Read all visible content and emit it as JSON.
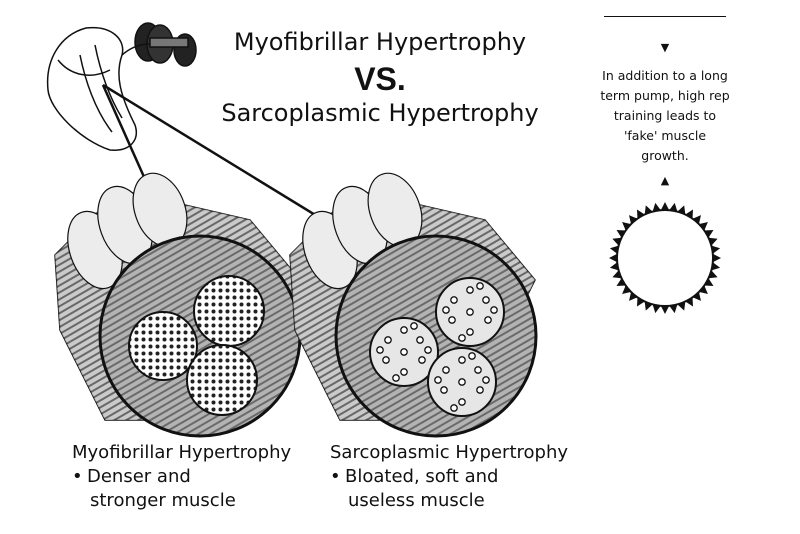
{
  "title": {
    "line1": "Myofibrillar Hypertrophy",
    "vs": "VS.",
    "line2": "Sarcoplasmic Hypertrophy"
  },
  "sidebar": {
    "note": "In addition to a long term pump, high rep training leads to 'fake' muscle growth."
  },
  "captions": {
    "left": {
      "heading": "Myofibrillar Hypertrophy",
      "bullet": "•",
      "line1": "Denser and",
      "line2": "stronger muscle"
    },
    "right": {
      "heading": "Sarcoplasmic Hypertrophy",
      "bullet": "•",
      "line1": "Bloated, soft and",
      "line2": "useless muscle"
    }
  },
  "icons": [
    "arm-with-dumbbell-icon",
    "triangle-down-icon",
    "triangle-up-icon",
    "sunburst-badge-icon"
  ],
  "colors": {
    "ink": "#111111",
    "fiber": "#7a7a7a",
    "light": "#d9d9d9"
  }
}
